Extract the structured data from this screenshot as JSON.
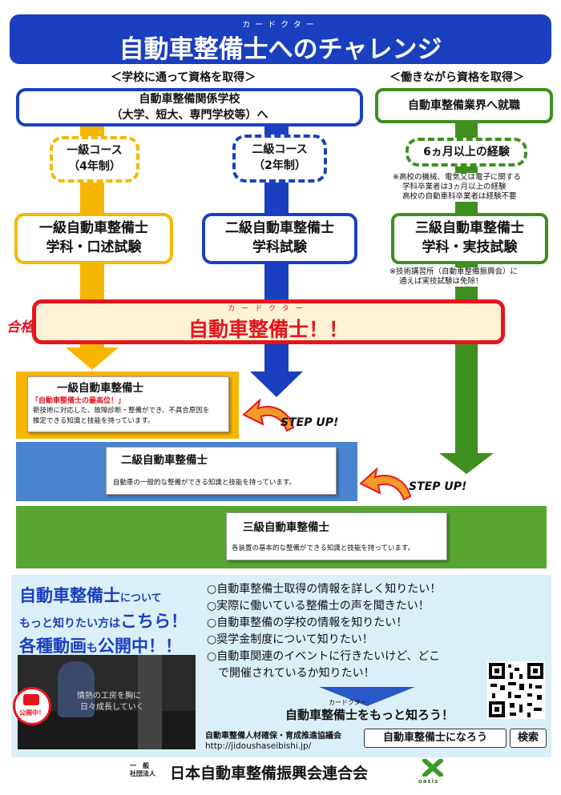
{
  "title": {
    "ruby": "カードクター",
    "main": "自動車整備士へのチャレンジ"
  },
  "school_route": {
    "heading": "＜学校に通って資格を取得＞",
    "school_box_line1": "自動車整備関係学校",
    "school_box_line2": "（大学、短大、専門学校等）へ",
    "course1_line1": "一級コース",
    "course1_line2": "（4年制）",
    "course2_line1": "二級コース",
    "course2_line2": "（2年制）",
    "exam1_line1": "一級自動車整備士",
    "exam1_line2": "学科・口述試験",
    "exam2_line1": "二級自動車整備士",
    "exam2_line2": "学科試験"
  },
  "work_route": {
    "heading": "＜働きながら資格を取得＞",
    "job_box": "自動車整備業界へ就職",
    "experience": "6ヵ月以上の経験",
    "note1_line1": "※高校の機械、電気又は電子に関する",
    "note1_line2": "学科卒業者は3ヵ月以上の経験",
    "note1_line3": "高校の自動車科卒業者は経験不要",
    "exam3_line1": "三級自動車整備士",
    "exam3_line2": "学科・実技試験",
    "note2_line1": "※技術講習所（自動車整備振興会）に",
    "note2_line2": "通えば実技試験は免除！"
  },
  "pass": {
    "label": "合格！",
    "ruby": "カードクター",
    "text": "自動車整備士！！"
  },
  "levels": {
    "level1_title": "一級自動車整備士",
    "level1_tag": "「自動車整備士の最高位！」",
    "level1_body1": "新技術に対応した、故障診断・整備ができ、不具合原因を",
    "level1_body2": "推定できる知識と技能を持っています。",
    "level2_title": "二級自動車整備士",
    "level2_body": "自動車の一般的な整備ができる知識と技能を持っています。",
    "level3_title": "三級自動車整備士",
    "level3_body": "各装置の基本的な整備ができる知識と技能を持っています。",
    "step_up": "STEP UP!"
  },
  "info": {
    "promo_part1": "自動車整備士",
    "promo_part2": "について",
    "promo_part3": "もっと知りたい方は",
    "promo_part4": "こちら！",
    "promo_part5": "各種動画",
    "promo_part6": "も",
    "promo_part7": "公開中！！",
    "wishes": [
      "○自動車整備士取得の情報を詳しく知りたい！",
      "○実際に働いている整備士の声を聞きたい！",
      "○自動車整備の学校の情報を知りたい！",
      "○奨学金制度について知りたい！",
      "○自動車関連のイベントに行きたいけど、どこ",
      "　で開催されているか知りたい！"
    ],
    "cta_ruby": "カードクター",
    "cta": "自動車整備士をもっと知ろう！",
    "council": "自動車整備人材確保・育成推進協議会",
    "url": "http://jidoushaseibishi.jp/",
    "search_term": "自動車整備士になろう",
    "search_button": "検索",
    "video_badge": "公開中！",
    "video_caption1": "情熱の工房を胸に",
    "video_caption2": "日々成長していく"
  },
  "footer": {
    "org_type_line1": "一　般",
    "org_type_line2": "社団法人",
    "org_name": "日本自動車整備振興会連合会",
    "logo_text": "oasis"
  },
  "colors": {
    "blue": "#1a3fbf",
    "green": "#3e8f1f",
    "orange": "#f6b600",
    "red": "#e8141c"
  }
}
